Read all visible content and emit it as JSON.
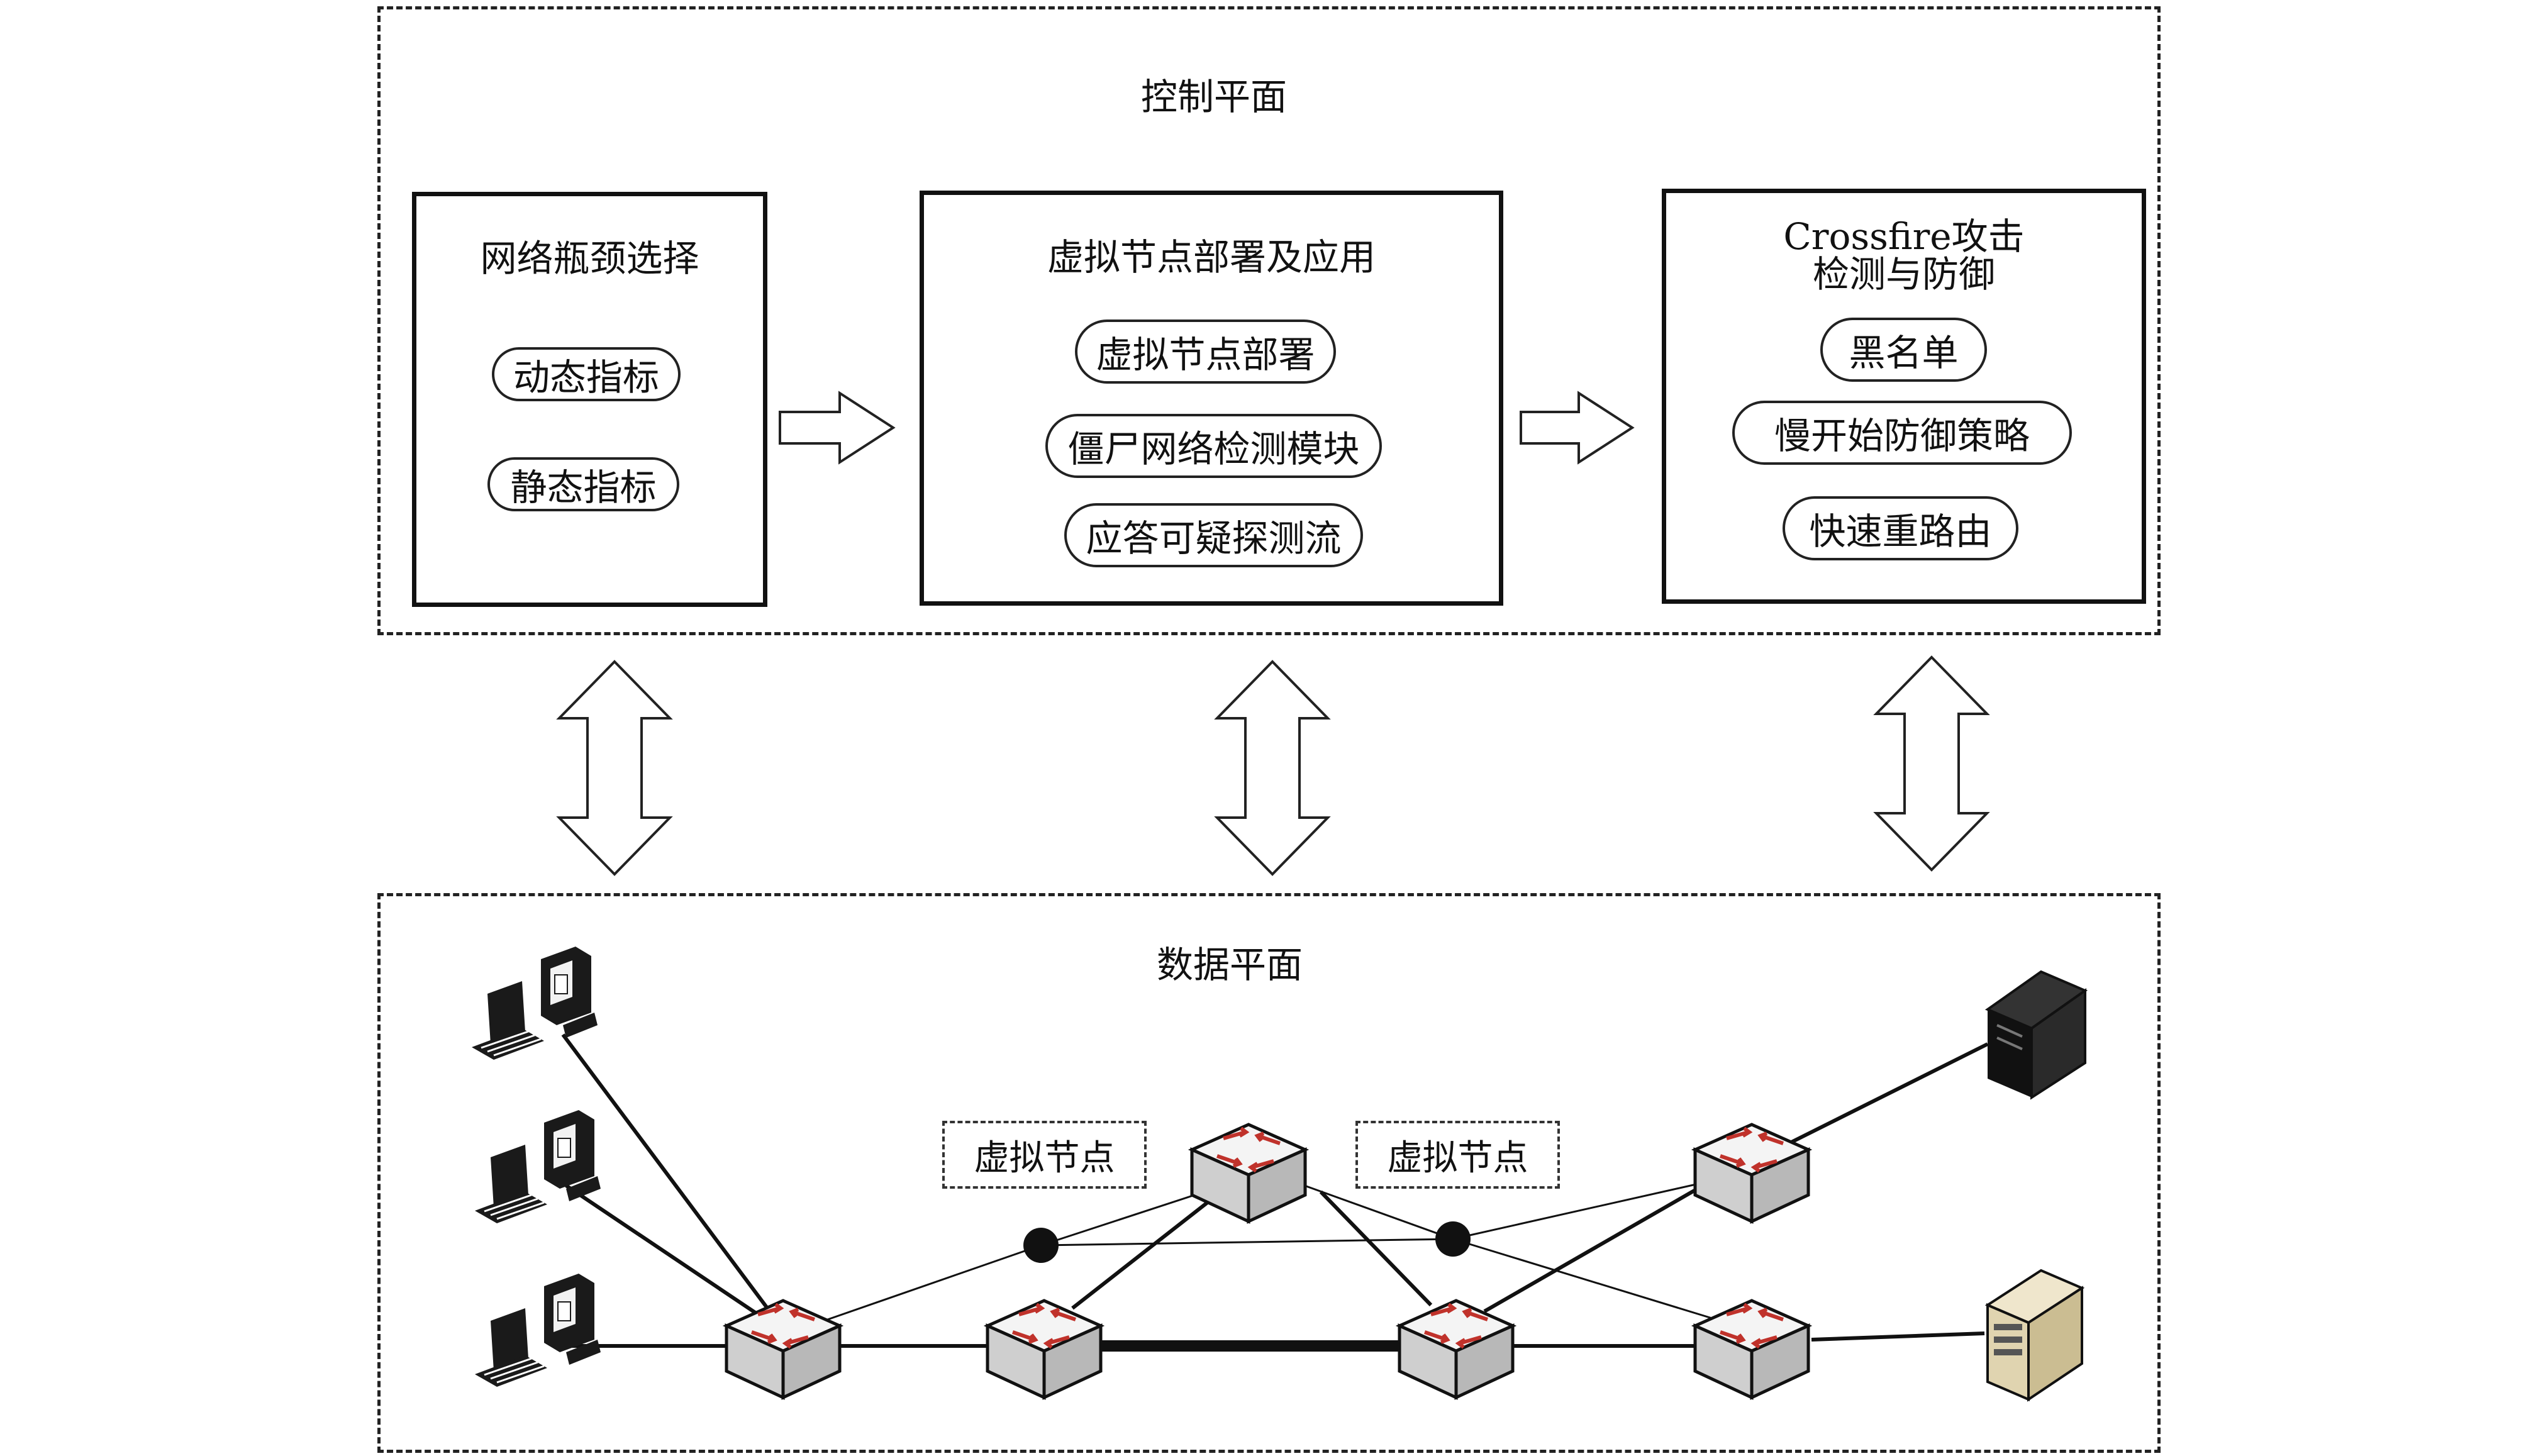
{
  "control_plane": {
    "title": "控制平面",
    "modules": [
      {
        "title": "网络瓶颈选择",
        "items": [
          "动态指标",
          "静态指标"
        ]
      },
      {
        "title": "虚拟节点部署及应用",
        "items": [
          "虚拟节点部署",
          "僵尸网络检测模块",
          "应答可疑探测流"
        ]
      },
      {
        "title_line1": "Crossfire攻击",
        "title_line2": "检测与防御",
        "items": [
          "黑名单",
          "慢开始防御策略",
          "快速重路由"
        ]
      }
    ]
  },
  "data_plane": {
    "title": "数据平面",
    "virtual_node_labels": [
      "虚拟节点",
      "虚拟节点"
    ]
  },
  "icons": {
    "host": "desktop-computer-icon",
    "switch": "switch-icon",
    "server_black": "tower-server-icon",
    "server_beige": "tower-server-icon"
  },
  "colors": {
    "stroke": "#111111",
    "switch_face": "#f2f2f2",
    "switch_arrow": "#c0322b",
    "beige": "#e6dcc0"
  }
}
